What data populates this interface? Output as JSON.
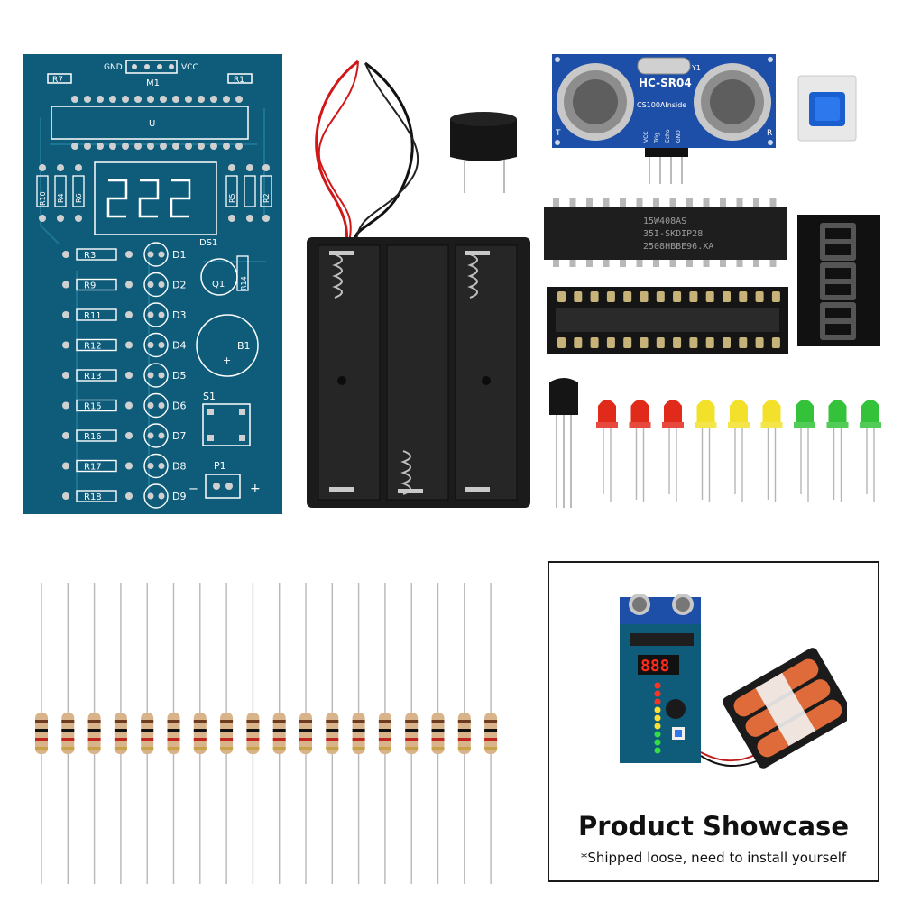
{
  "pcb": {
    "top_labels": {
      "gnd": "GND",
      "vcc": "VCC",
      "module": "M1",
      "chip": "U"
    },
    "resistor_labels": [
      "R7",
      "R1",
      "R10",
      "R4",
      "R6",
      "R5",
      "R2",
      "R3",
      "R9",
      "R11",
      "R12",
      "R13",
      "R15",
      "R16",
      "R17",
      "R18",
      "R14"
    ],
    "display_label": "DS1",
    "led_labels": [
      "D1",
      "D2",
      "D3",
      "D4",
      "D5",
      "D6",
      "D7",
      "D8",
      "D9"
    ],
    "transistor_label": "Q1",
    "buzzer_label": "B1",
    "switch_label": "S1",
    "power_label": "P1",
    "minus": "−",
    "plus": "+"
  },
  "sensor": {
    "model": "HC-SR04",
    "crystal": "Y1",
    "chip_text": "CS100AInside",
    "pins": [
      "VCC",
      "Trig",
      "Echo",
      "GND"
    ],
    "side_t": "T",
    "side_r": "R"
  },
  "mcu": {
    "line1": "15W408AS",
    "line2": "35I-SKDIP28",
    "line3": "2508HBBE96.XA"
  },
  "led_colors": [
    "#e02a1a",
    "#e02a1a",
    "#e02a1a",
    "#f2e02a",
    "#f2e02a",
    "#f2e02a",
    "#34c23a",
    "#34c23a",
    "#34c23a"
  ],
  "colors": {
    "pcb": "#0f5c7a",
    "battery": "#1b1b1b",
    "sensor": "#1d4fa8"
  },
  "showcase": {
    "title": "Product Showcase",
    "note": "*Shipped loose, need to install yourself",
    "digits": "888"
  }
}
